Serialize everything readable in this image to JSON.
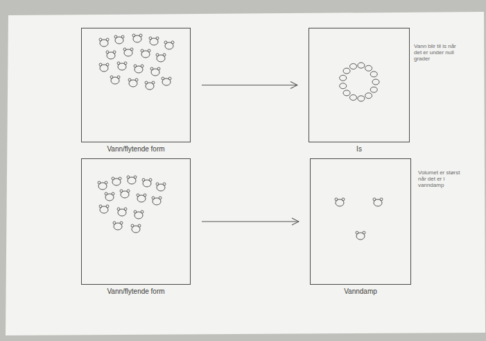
{
  "diagram": {
    "nodes": [
      {
        "text": [
          "Vann/flytende form"
        ]
      },
      {
        "text": [
          "Is"
        ]
      },
      {
        "text": [
          "Vann/flytende form"
        ]
      },
      {
        "text": [
          "Vanndamp"
        ]
      }
    ],
    "edges": [
      {
        "from": 0,
        "to": 1,
        "arrow": "to"
      },
      {
        "from": 2,
        "to": 3,
        "arrow": "to"
      }
    ],
    "labels": [
      "Vann blir til is når det er under null grader",
      "Volumet er størst når det er i vanndamp"
    ]
  }
}
